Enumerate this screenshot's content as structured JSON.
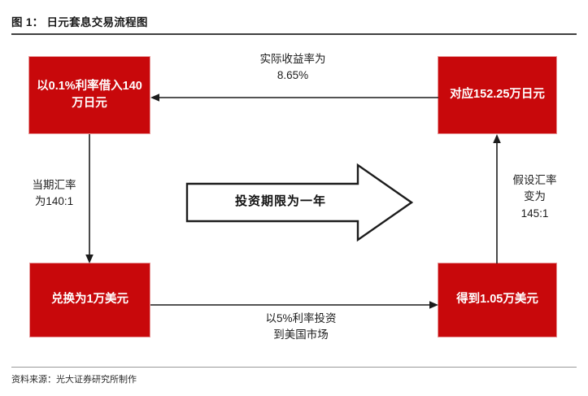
{
  "header": {
    "title": "图 1： 日元套息交易流程图"
  },
  "footer": {
    "source": "资料来源：光大证券研究所制作"
  },
  "colors": {
    "node_fill": "#c8080b",
    "node_border": "#e79596",
    "node_text": "#ffffff",
    "line": "#1c1c1c",
    "rule_top": "#3f3f3f",
    "rule_bottom": "#9a9a9a"
  },
  "nodes": [
    {
      "id": "top-left",
      "text": "以0.1%利率借入140万日元"
    },
    {
      "id": "top-right",
      "text": "对应152.25万日元"
    },
    {
      "id": "bottom-left",
      "text": "兑换为1万美元"
    },
    {
      "id": "bottom-right",
      "text": "得到1.05万美元"
    }
  ],
  "edges": [
    {
      "id": "top",
      "from": "top-right",
      "to": "top-left",
      "direction": "left",
      "label": "实际收益率为\n8.65%"
    },
    {
      "id": "left",
      "from": "top-left",
      "to": "bottom-left",
      "direction": "down",
      "label": "当期汇率\n为140:1"
    },
    {
      "id": "bottom",
      "from": "bottom-left",
      "to": "bottom-right",
      "direction": "right",
      "label": "以5%利率投资\n到美国市场"
    },
    {
      "id": "right",
      "from": "bottom-right",
      "to": "top-right",
      "direction": "up",
      "label": "假设汇率\n变为\n145:1"
    }
  ],
  "banner": {
    "text": "投资期限为一年",
    "shape": "block-arrow-right"
  }
}
